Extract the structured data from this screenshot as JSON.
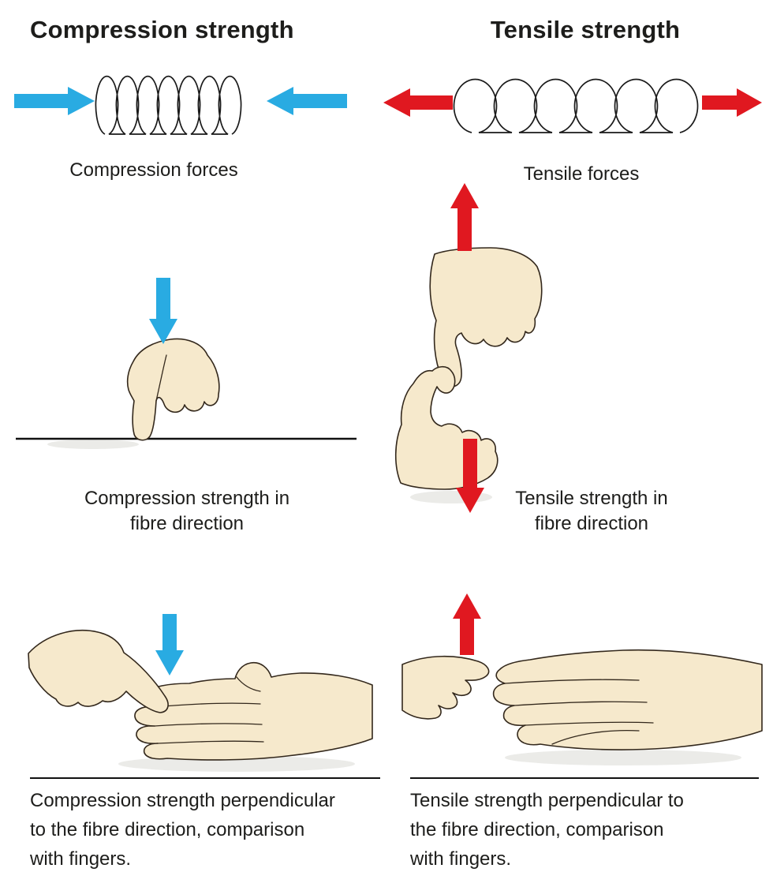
{
  "colors": {
    "blue": "#29abe2",
    "red": "#e01820",
    "skin": "#f6e9cc",
    "outline": "#33281c",
    "ink": "#1d1d1b",
    "shadow": "#deded8"
  },
  "left_column": {
    "title": "Compression strength",
    "spring_caption": "Compression forces",
    "fibre_caption": [
      "Compression strength in",
      "fibre direction"
    ],
    "perpendicular_caption": [
      "Compression strength perpendicular",
      "to the fibre direction, comparison",
      "with fingers."
    ]
  },
  "right_column": {
    "title": "Tensile strength",
    "spring_caption": "Tensile forces",
    "fibre_caption": [
      "Tensile strength in",
      "fibre direction"
    ],
    "perpendicular_caption": [
      "Tensile strength perpendicular to",
      "the fibre direction, comparison",
      "with fingers."
    ]
  }
}
